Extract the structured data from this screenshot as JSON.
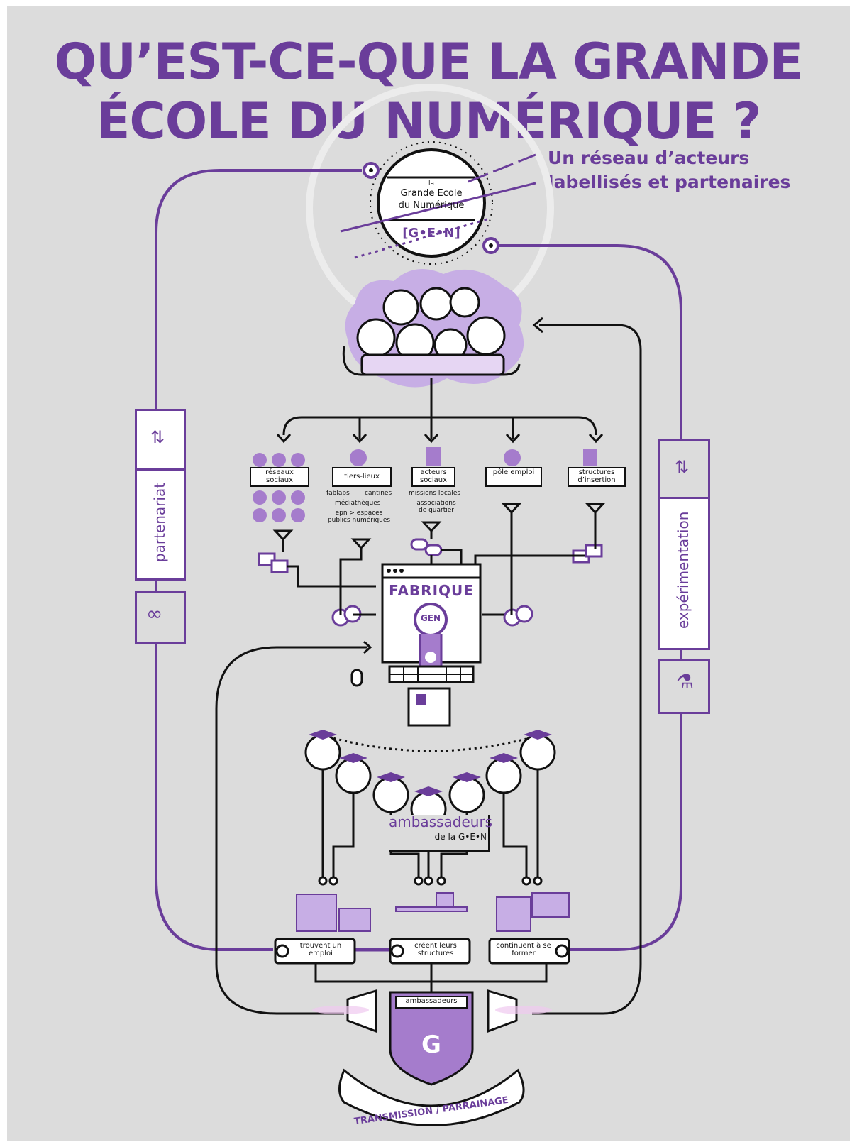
{
  "title_line1": "QU’EST-CE-QUE LA GRANDE",
  "title_line2": "ÉCOLE DU NUMÉRIQUE ?",
  "network_label_line1": "Un réseau d’acteurs",
  "network_label_line2": "labellisés et partenaires",
  "logo": {
    "line1": "la",
    "line2": "Grande Ecole",
    "line3": "du Numérique",
    "mark": "[G•E•N]"
  },
  "actors": [
    {
      "label": "réseaux sociaux",
      "sub": []
    },
    {
      "label": "tiers-lieux",
      "sub": [
        "fablabs",
        "cantines",
        "médiathèques",
        "epn > espaces publics numériques"
      ]
    },
    {
      "label": "acteurs sociaux",
      "sub": [
        "missions locales",
        "associations de quartier"
      ]
    },
    {
      "label": "pôle emploi",
      "sub": []
    },
    {
      "label": "structures d’insertion",
      "sub": []
    }
  ],
  "side_left": "partenariat",
  "side_right": "expérimentation",
  "fabrique": {
    "title": "FABRIQUE",
    "badge": "GEN"
  },
  "ambassadeurs": {
    "title": "ambassadeurs",
    "sub": "de la G•E•N"
  },
  "outcomes": [
    {
      "label": "trouvent un emploi"
    },
    {
      "label": "créent leurs structures"
    },
    {
      "label": "continuent à se former"
    }
  ],
  "shield_label": "ambassadeurs",
  "banner": "TRANSMISSION / PARRAINAGE",
  "colors": {
    "purple": "#6a3d9a",
    "light_purple": "#b493d6",
    "background": "#dcdcdc",
    "ink": "#111111"
  }
}
